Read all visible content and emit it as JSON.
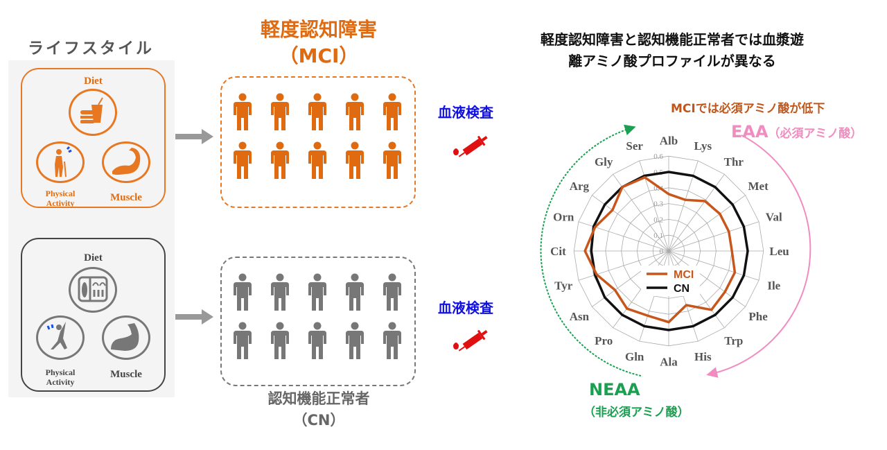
{
  "lifestyle": {
    "title": "ライフスタイル",
    "mci_box": {
      "diet": "Diet",
      "activity_line1": "Physical",
      "activity_line2": "Activity",
      "muscle": "Muscle"
    },
    "cn_box": {
      "diet": "Diet",
      "activity_line1": "Physical",
      "activity_line2": "Activity",
      "muscle": "Muscle"
    }
  },
  "groups": {
    "mci_title": "軽度認知障害",
    "mci_sub": "（MCI）",
    "cn_title": "認知機能正常者",
    "cn_sub": "（CN）",
    "people_per_group": 10
  },
  "blood_test": {
    "label_1": "血液検査",
    "label_2": "血液検査"
  },
  "right": {
    "title_line1": "軽度認知障害と認知機能正常者では血漿遊",
    "title_line2": "離アミノ酸プロファイルが異なる",
    "note": "MCIでは必須アミノ酸が低下",
    "eaa": "EAA",
    "eaa_sub": "（必須アミノ酸）",
    "neaa": "NEAA",
    "neaa_sub": "（非必須アミノ酸）"
  },
  "colors": {
    "mci": "#e06a10",
    "cn": "#111111",
    "eaa": "#f08cc0",
    "neaa": "#1aa050",
    "blood": "#1010e0"
  },
  "chart_data": {
    "type": "radar",
    "categories": [
      "Alb",
      "Lys",
      "Thr",
      "Met",
      "Val",
      "Leu",
      "Ile",
      "Phe",
      "Trp",
      "His",
      "Ala",
      "Gln",
      "Pro",
      "Asn",
      "Tyr",
      "Cit",
      "Orn",
      "Arg",
      "Gly",
      "Ser"
    ],
    "series": [
      {
        "name": "MCI",
        "color": "#c8561a",
        "values": [
          0.36,
          0.34,
          0.39,
          0.4,
          0.4,
          0.4,
          0.44,
          0.44,
          0.46,
          0.36,
          0.45,
          0.43,
          0.45,
          0.42,
          0.48,
          0.53,
          0.49,
          0.44,
          0.5,
          0.49
        ]
      },
      {
        "name": "CN",
        "color": "#111111",
        "values": [
          0.5,
          0.5,
          0.5,
          0.5,
          0.5,
          0.5,
          0.5,
          0.5,
          0.5,
          0.5,
          0.5,
          0.5,
          0.5,
          0.5,
          0.49,
          0.49,
          0.5,
          0.5,
          0.5,
          0.5
        ]
      }
    ],
    "rlim": [
      0,
      0.6
    ],
    "ticks": [
      "0",
      "0.1",
      "0.2",
      "0.3",
      "0.4",
      "0.5",
      "0.6"
    ],
    "legend": "center"
  }
}
